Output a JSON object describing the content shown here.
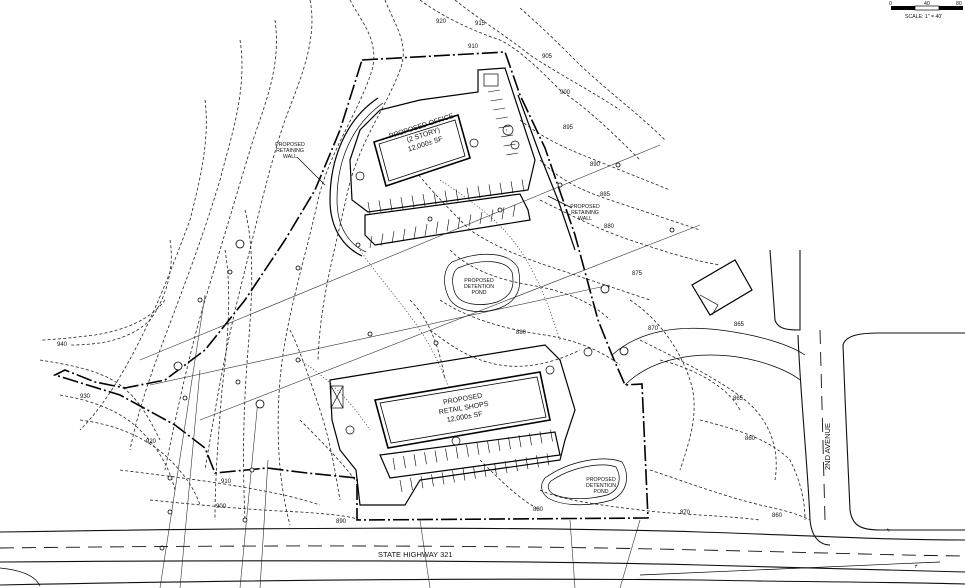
{
  "scale_bar": {
    "ticks": [
      "0",
      "40",
      "80"
    ],
    "label": "SCALE: 1\" = 40'"
  },
  "buildings": {
    "office": {
      "lines": [
        "PROPOSED OFFICE",
        "(2 STORY)",
        "12,000± SF"
      ]
    },
    "retail": {
      "lines": [
        "PROPOSED",
        "RETAIL SHOPS",
        "12,000± SF"
      ]
    }
  },
  "annotations": {
    "retaining_wall_west": [
      "PROPOSED",
      "RETAINING",
      "WALL"
    ],
    "retaining_wall_east": [
      "PROPOSED",
      "RETAINING",
      "WALL"
    ],
    "detention_pond_center": [
      "PROPOSED",
      "DETENTION",
      "POND"
    ],
    "detention_pond_south": [
      "PROPOSED",
      "DETENTION",
      "POND"
    ]
  },
  "roads": {
    "highway": "STATE HIGHWAY 321",
    "avenue": "2ND AVENUE"
  },
  "contour_labels": [
    "920",
    "915",
    "910",
    "905",
    "900",
    "895",
    "890",
    "885",
    "880",
    "875",
    "870",
    "865",
    "860",
    "860",
    "870",
    "880",
    "890",
    "900",
    "910",
    "920",
    "930",
    "940",
    "880",
    "865"
  ]
}
